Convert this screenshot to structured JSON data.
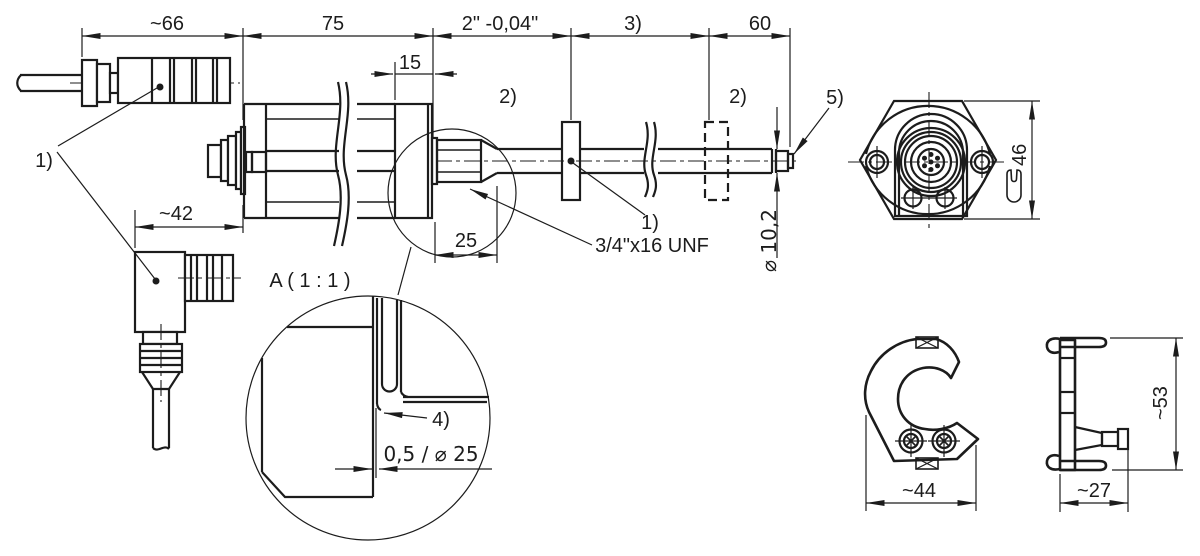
{
  "colors": {
    "background": "#ffffff",
    "line": "#1c1c1c"
  },
  "dimensions": {
    "connector_straight": "~66",
    "housing": "75",
    "flange": "15",
    "stroke": "2\" -0,04\"",
    "stroke_note": "3)",
    "tail": "60",
    "thread_length": "25",
    "connector_angled": "~42",
    "rod_diameter": "⌀ 10,2",
    "wrench_size": "46",
    "detail_edge": "0,5 / ⌀ 25",
    "clip_width": "~44",
    "clip_depth": "~27",
    "clip_height": "~53"
  },
  "labels": {
    "note1": "1)",
    "note2": "2)",
    "note4": "4)",
    "note5": "5)",
    "thread_spec": "3/4\"x16 UNF",
    "detail_title": "A  ( 1 : 1 )"
  }
}
